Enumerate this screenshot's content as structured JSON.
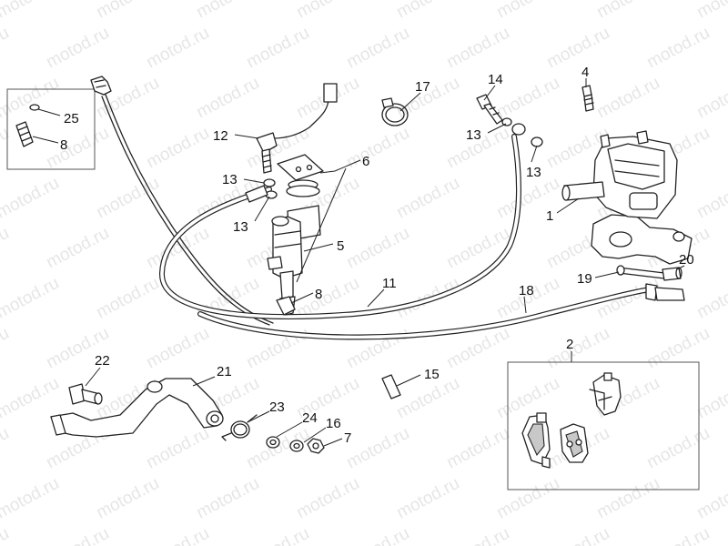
{
  "watermark": {
    "text": "motod.ru",
    "color": "#d2d2d2"
  },
  "callouts": {
    "c1": "1",
    "c2": "2",
    "c4": "4",
    "c5": "5",
    "c6": "6",
    "c7": "7",
    "c8a": "8",
    "c8b": "8",
    "c11": "11",
    "c12": "12",
    "c13a": "13",
    "c13b": "13",
    "c13c": "13",
    "c13d": "13",
    "c14": "14",
    "c15": "15",
    "c16": "16",
    "c17": "17",
    "c18": "18",
    "c19": "19",
    "c20": "20",
    "c21": "21",
    "c22": "22",
    "c23": "23",
    "c24": "24",
    "c25": "25"
  },
  "colors": {
    "line": "#222222",
    "background": "#ffffff"
  }
}
